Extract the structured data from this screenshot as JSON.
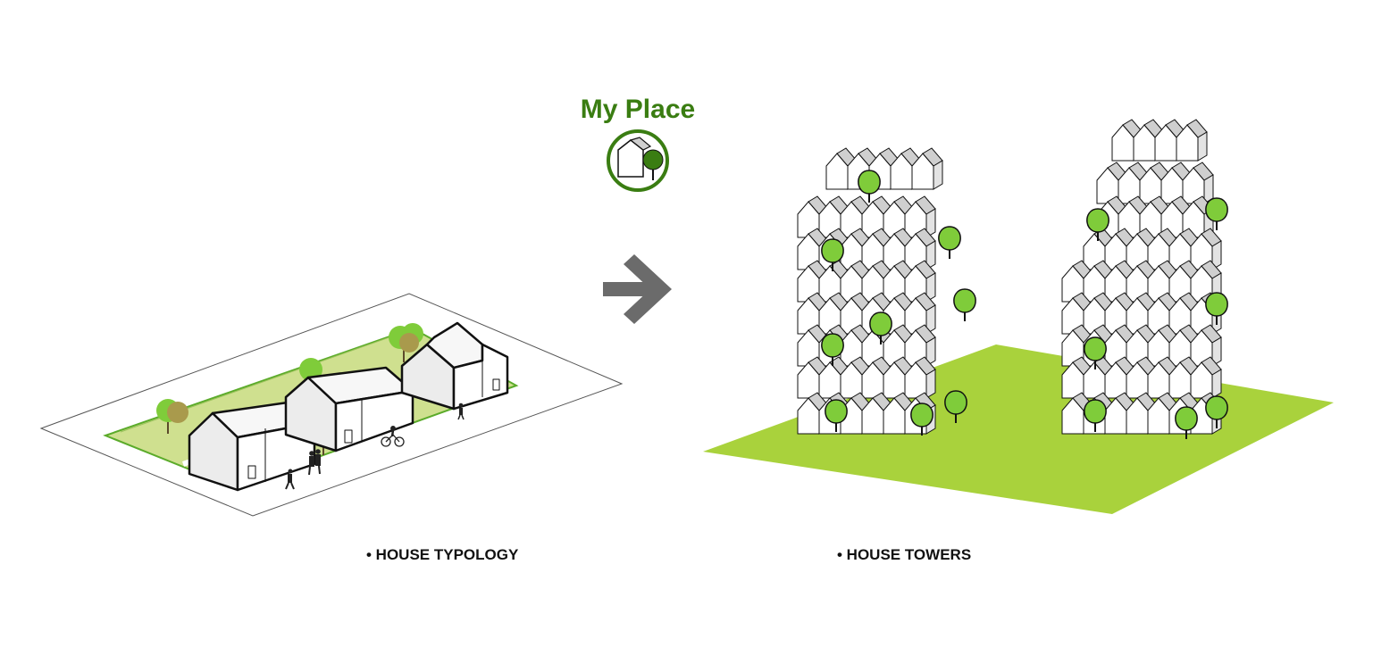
{
  "title": "My Place",
  "captions": {
    "left": "• HOUSE TYPOLOGY",
    "right": "• HOUSE TOWERS"
  },
  "colors": {
    "brand_green": "#3a7d12",
    "lawn_green": "#a9d23c",
    "light_green": "#cfe08f",
    "tree_green": "#7fcc3a",
    "tree_olive": "#a99a4c",
    "house_face": "#ffffff",
    "house_side": "#e3e3e3",
    "house_roof": "#cfcfcf",
    "arrow_grey": "#6b6b6b"
  },
  "icons": {
    "logo": "house-with-tree-icon",
    "arrow": "right-arrow-icon"
  }
}
